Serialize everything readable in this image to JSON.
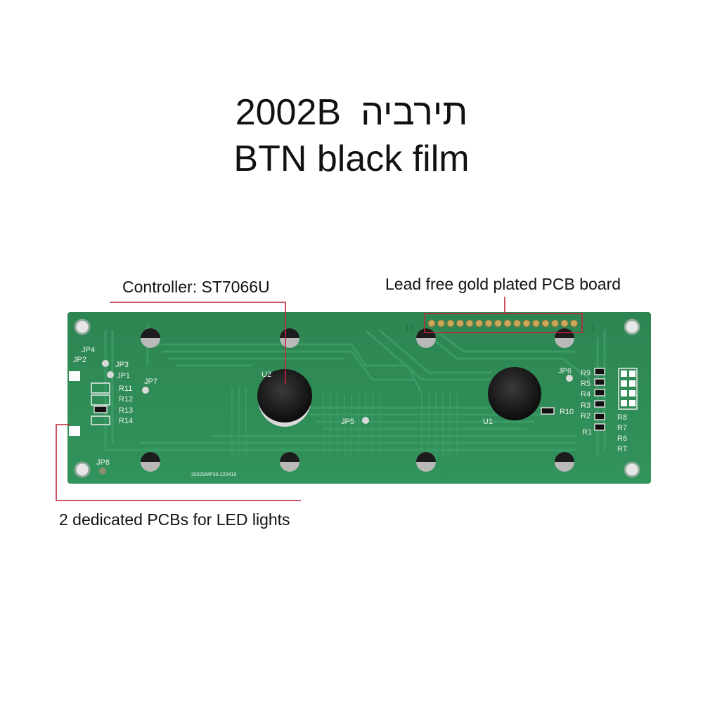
{
  "title": {
    "model": "2002B",
    "hebrew": "תירביה",
    "subtitle": "BTN black film"
  },
  "callouts": {
    "controller": "Controller: ST7066U",
    "gold_pcb": "Lead free gold plated PCB board",
    "led_pcbs": "2 dedicated PCBs for LED lights"
  },
  "silkscreen": {
    "jp4": "JP4",
    "jp2": "JP2",
    "jp3": "JP3",
    "jp1": "JP1",
    "jp7": "JP7",
    "jp5": "JP5",
    "jp6": "JP6",
    "jp8": "JP8",
    "u2": "U2",
    "u1": "U1",
    "r11": "R11",
    "r12": "R12",
    "r13": "R13",
    "r14": "R14",
    "r9": "R9",
    "r5": "R5",
    "r4": "R4",
    "r3": "R3",
    "r2": "R2",
    "r1": "R1",
    "r8": "R8",
    "r7": "R7",
    "r6": "R6",
    "rt": "RT",
    "r10": "R10",
    "pin16": "16",
    "pin1": "1",
    "part_code": "2602BMP39-220418"
  },
  "colors": {
    "pcb": "#2f8a55",
    "callout_line": "#c0273a",
    "gold": "#c8a85a",
    "epoxy": "#111111"
  }
}
